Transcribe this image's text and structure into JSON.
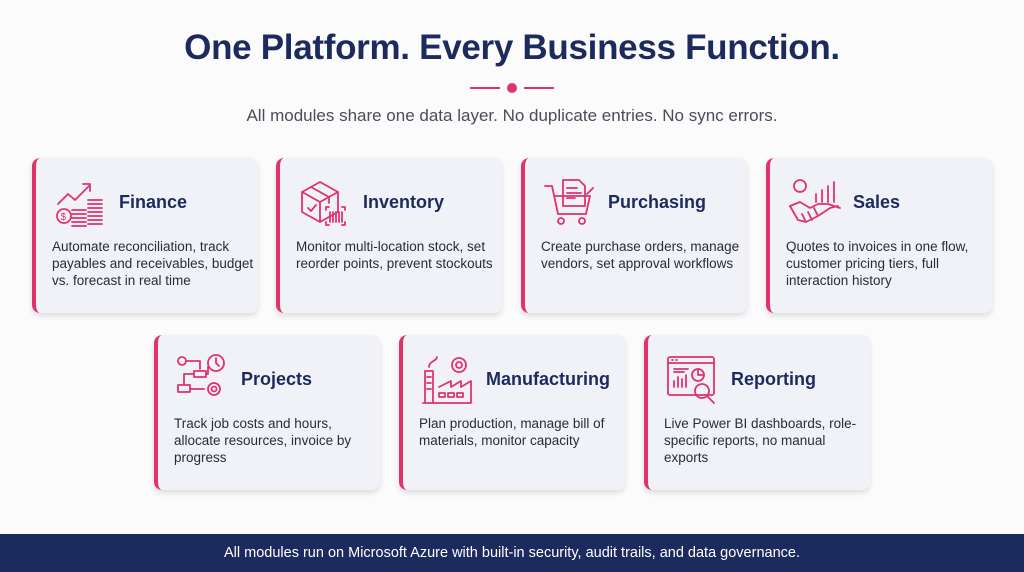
{
  "header": {
    "title": "One Platform. Every Business Function.",
    "subtitle": "All modules share one data layer. No duplicate entries. No sync errors."
  },
  "accent_color": "#e0336c",
  "navy_color": "#1c2a5e",
  "modules": [
    {
      "title": "Finance",
      "icon": "finance-chart-coins-icon",
      "description": "Automate reconciliation, track payables and receivables, budget vs. forecast in real time"
    },
    {
      "title": "Inventory",
      "icon": "box-barcode-icon",
      "description": "Monitor multi-location stock, set reorder points, prevent stockouts"
    },
    {
      "title": "Purchasing",
      "icon": "cart-document-icon",
      "description": "Create purchase orders, manage vendors, set approval workflows"
    },
    {
      "title": "Sales",
      "icon": "handshake-chart-icon",
      "description": "Quotes to invoices in one flow, customer pricing tiers, full interaction history"
    },
    {
      "title": "Projects",
      "icon": "workflow-clock-gear-icon",
      "description": "Track job costs and hours, allocate resources, invoice by progress"
    },
    {
      "title": "Manufacturing",
      "icon": "factory-gear-icon",
      "description": "Plan production, manage bill of materials, monitor capacity"
    },
    {
      "title": "Reporting",
      "icon": "dashboard-magnifier-icon",
      "description": "Live Power BI dashboards, role-specific reports, no manual exports"
    }
  ],
  "footer": {
    "text": "All modules run on Microsoft Azure with built-in security, audit trails, and data governance."
  }
}
